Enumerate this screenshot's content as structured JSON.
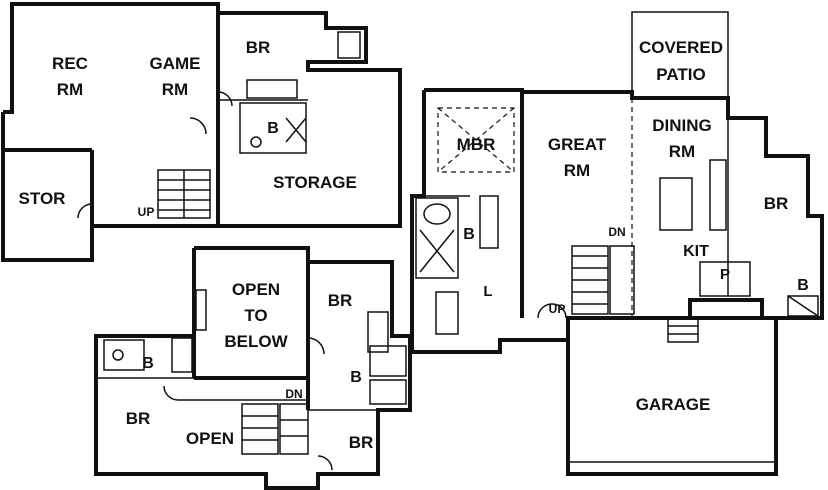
{
  "colors": {
    "line": "#111111",
    "background": "#ffffff"
  },
  "lower_level": {
    "rec_rm_line1": "REC",
    "rec_rm_line2": "RM",
    "game_rm_line1": "GAME",
    "game_rm_line2": "RM",
    "br": "BR",
    "bath": "B",
    "stor": "STOR",
    "storage": "STORAGE",
    "up": "UP"
  },
  "main_level": {
    "covered_patio_line1": "COVERED",
    "covered_patio_line2": "PATIO",
    "mbr": "MBR",
    "great_rm_line1": "GREAT",
    "great_rm_line2": "RM",
    "dining_rm_line1": "DINING",
    "dining_rm_line2": "RM",
    "br": "BR",
    "bath_master": "B",
    "bath_side": "B",
    "kit": "KIT",
    "pantry": "P",
    "laundry": "L",
    "dn": "DN",
    "up": "UP",
    "garage": "GARAGE"
  },
  "upper_level": {
    "open_to_below_line1": "OPEN",
    "open_to_below_line2": "TO",
    "open_to_below_line3": "BELOW",
    "br_top": "BR",
    "br_left": "BR",
    "br_bottom": "BR",
    "bath_left": "B",
    "bath_right": "B",
    "open": "OPEN",
    "dn": "DN"
  }
}
